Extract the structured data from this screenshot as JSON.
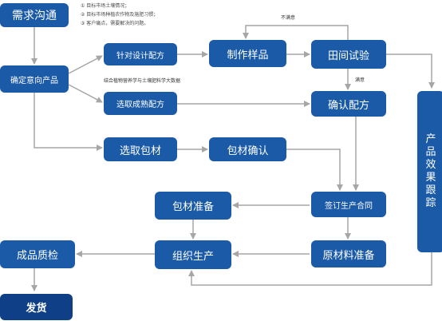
{
  "colors": {
    "box": "#1a5aa6",
    "box_dark": "#0f3f86",
    "arrow": "#a6a6a6",
    "text_on_box": "#ffffff",
    "note_text": "#4a4a4a"
  },
  "notes": [
    "① 目标市场土壤情况；",
    "② 目标市场种植农作物及施肥习惯；",
    "③ 客户痛点，需要解决的问题。"
  ],
  "boxes": {
    "demand": "需求沟通",
    "target_product": "确定意向产品",
    "custom_formula": "针对设计配方",
    "select_formula": "选取成熟配方",
    "select_packaging": "选取包材",
    "packaging_confirm": "包材确认",
    "make_sample": "制作样品",
    "field_test": "田间试验",
    "confirm_formula": "确认配方",
    "sign_contract": "签订生产合同",
    "packaging_prep": "包材准备",
    "organize_production": "组织生产",
    "raw_material_prep": "原材料准备",
    "quality_check": "成品质检",
    "ship": "发货",
    "effect_tracking": [
      "产",
      "品",
      "效",
      "果",
      "跟",
      "踪"
    ]
  },
  "labels": {
    "unsatisfied": "不满意",
    "satisfied": "满意",
    "nutrition_data": "结合植物营养学与土壤肥料学大数据"
  }
}
